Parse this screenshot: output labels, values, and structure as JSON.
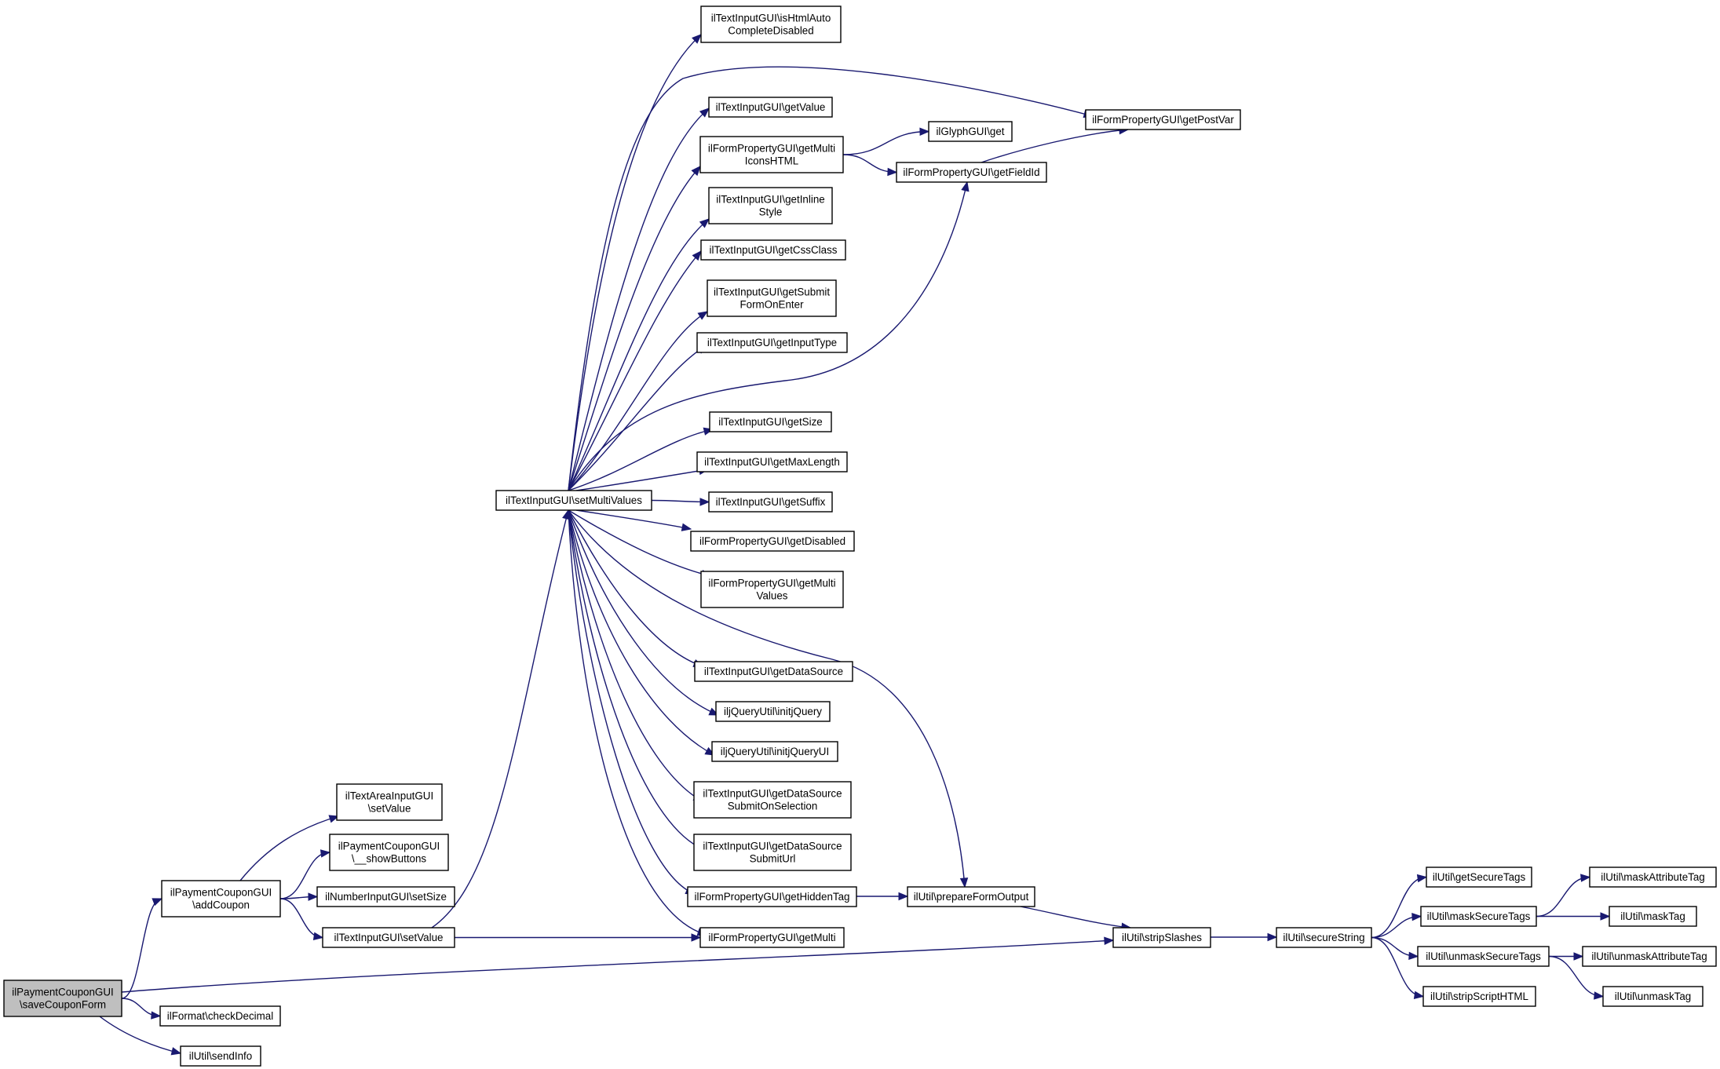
{
  "graph": {
    "colors": {
      "edge": "#191970",
      "root_fill": "#bfbfbf",
      "node_fill": "#ffffff",
      "node_border": "#000000"
    },
    "nodes": [
      {
        "id": "save",
        "lines": [
          "ilPaymentCouponGUI",
          "\\saveCouponForm"
        ],
        "root": true
      },
      {
        "id": "checkDecimal",
        "lines": [
          "ilFormat\\checkDecimal"
        ]
      },
      {
        "id": "sendInfo",
        "lines": [
          "ilUtil\\sendInfo"
        ]
      },
      {
        "id": "addCoupon",
        "lines": [
          "ilPaymentCouponGUI",
          "\\addCoupon"
        ]
      },
      {
        "id": "taSetValue",
        "lines": [
          "ilTextAreaInputGUI",
          "\\setValue"
        ]
      },
      {
        "id": "showButtons",
        "lines": [
          "ilPaymentCouponGUI",
          "\\__showButtons"
        ]
      },
      {
        "id": "numSetSize",
        "lines": [
          "ilNumberInputGUI\\setSize"
        ]
      },
      {
        "id": "tiSetValue",
        "lines": [
          "ilTextInputGUI\\setValue"
        ]
      },
      {
        "id": "setMultiValues",
        "lines": [
          "ilTextInputGUI\\setMultiValues"
        ]
      },
      {
        "id": "isHtmlAuto",
        "lines": [
          "ilTextInputGUI\\isHtmlAuto",
          "CompleteDisabled"
        ]
      },
      {
        "id": "getValue",
        "lines": [
          "ilTextInputGUI\\getValue"
        ]
      },
      {
        "id": "getMultiIcons",
        "lines": [
          "ilFormPropertyGUI\\getMulti",
          "IconsHTML"
        ]
      },
      {
        "id": "getInlineStyle",
        "lines": [
          "ilTextInputGUI\\getInline",
          "Style"
        ]
      },
      {
        "id": "getCssClass",
        "lines": [
          "ilTextInputGUI\\getCssClass"
        ]
      },
      {
        "id": "getSubmitForm",
        "lines": [
          "ilTextInputGUI\\getSubmit",
          "FormOnEnter"
        ]
      },
      {
        "id": "getInputType",
        "lines": [
          "ilTextInputGUI\\getInputType"
        ]
      },
      {
        "id": "getSize",
        "lines": [
          "ilTextInputGUI\\getSize"
        ]
      },
      {
        "id": "getMaxLength",
        "lines": [
          "ilTextInputGUI\\getMaxLength"
        ]
      },
      {
        "id": "getSuffix",
        "lines": [
          "ilTextInputGUI\\getSuffix"
        ]
      },
      {
        "id": "getDisabled",
        "lines": [
          "ilFormPropertyGUI\\getDisabled"
        ]
      },
      {
        "id": "getMultiValues",
        "lines": [
          "ilFormPropertyGUI\\getMulti",
          "Values"
        ]
      },
      {
        "id": "getDataSource",
        "lines": [
          "ilTextInputGUI\\getDataSource"
        ]
      },
      {
        "id": "initjQuery",
        "lines": [
          "iljQueryUtil\\initjQuery"
        ]
      },
      {
        "id": "initjQueryUI",
        "lines": [
          "iljQueryUtil\\initjQueryUI"
        ]
      },
      {
        "id": "getDSSubmitSel",
        "lines": [
          "ilTextInputGUI\\getDataSource",
          "SubmitOnSelection"
        ]
      },
      {
        "id": "getDSSubmitUrl",
        "lines": [
          "ilTextInputGUI\\getDataSource",
          "SubmitUrl"
        ]
      },
      {
        "id": "getHiddenTag",
        "lines": [
          "ilFormPropertyGUI\\getHiddenTag"
        ]
      },
      {
        "id": "getMulti",
        "lines": [
          "ilFormPropertyGUI\\getMulti"
        ]
      },
      {
        "id": "glyphGet",
        "lines": [
          "ilGlyphGUI\\get"
        ]
      },
      {
        "id": "getFieldId",
        "lines": [
          "ilFormPropertyGUI\\getFieldId"
        ]
      },
      {
        "id": "getPostVar",
        "lines": [
          "ilFormPropertyGUI\\getPostVar"
        ]
      },
      {
        "id": "prepareFormOutput",
        "lines": [
          "ilUtil\\prepareFormOutput"
        ]
      },
      {
        "id": "stripSlashes",
        "lines": [
          "ilUtil\\stripSlashes"
        ]
      },
      {
        "id": "secureString",
        "lines": [
          "ilUtil\\secureString"
        ]
      },
      {
        "id": "getSecureTags",
        "lines": [
          "ilUtil\\getSecureTags"
        ]
      },
      {
        "id": "maskSecureTags",
        "lines": [
          "ilUtil\\maskSecureTags"
        ]
      },
      {
        "id": "unmaskSecureTags",
        "lines": [
          "ilUtil\\unmaskSecureTags"
        ]
      },
      {
        "id": "stripScriptHTML",
        "lines": [
          "ilUtil\\stripScriptHTML"
        ]
      },
      {
        "id": "maskAttributeTag",
        "lines": [
          "ilUtil\\maskAttributeTag"
        ]
      },
      {
        "id": "maskTag",
        "lines": [
          "ilUtil\\maskTag"
        ]
      },
      {
        "id": "unmaskAttributeTag",
        "lines": [
          "ilUtil\\unmaskAttributeTag"
        ]
      },
      {
        "id": "unmaskTag",
        "lines": [
          "ilUtil\\unmaskTag"
        ]
      }
    ],
    "edges": [
      [
        "save",
        "addCoupon"
      ],
      [
        "save",
        "checkDecimal"
      ],
      [
        "save",
        "sendInfo"
      ],
      [
        "save",
        "stripSlashes"
      ],
      [
        "addCoupon",
        "taSetValue"
      ],
      [
        "addCoupon",
        "showButtons"
      ],
      [
        "addCoupon",
        "numSetSize"
      ],
      [
        "addCoupon",
        "tiSetValue"
      ],
      [
        "tiSetValue",
        "setMultiValues"
      ],
      [
        "tiSetValue",
        "getMulti"
      ],
      [
        "setMultiValues",
        "isHtmlAuto"
      ],
      [
        "setMultiValues",
        "getPostVar"
      ],
      [
        "setMultiValues",
        "getValue"
      ],
      [
        "setMultiValues",
        "getMultiIcons"
      ],
      [
        "setMultiValues",
        "getInlineStyle"
      ],
      [
        "setMultiValues",
        "getCssClass"
      ],
      [
        "setMultiValues",
        "getSubmitForm"
      ],
      [
        "setMultiValues",
        "getInputType"
      ],
      [
        "setMultiValues",
        "getFieldId"
      ],
      [
        "setMultiValues",
        "getSize"
      ],
      [
        "setMultiValues",
        "getMaxLength"
      ],
      [
        "setMultiValues",
        "getSuffix"
      ],
      [
        "setMultiValues",
        "getDisabled"
      ],
      [
        "setMultiValues",
        "getMultiValues"
      ],
      [
        "setMultiValues",
        "prepareFormOutput"
      ],
      [
        "setMultiValues",
        "getDataSource"
      ],
      [
        "setMultiValues",
        "initjQuery"
      ],
      [
        "setMultiValues",
        "initjQueryUI"
      ],
      [
        "setMultiValues",
        "getDSSubmitSel"
      ],
      [
        "setMultiValues",
        "getDSSubmitUrl"
      ],
      [
        "setMultiValues",
        "getHiddenTag"
      ],
      [
        "setMultiValues",
        "getMulti"
      ],
      [
        "getMultiIcons",
        "glyphGet"
      ],
      [
        "getMultiIcons",
        "getFieldId"
      ],
      [
        "getFieldId",
        "getPostVar"
      ],
      [
        "getHiddenTag",
        "prepareFormOutput"
      ],
      [
        "prepareFormOutput",
        "stripSlashes"
      ],
      [
        "stripSlashes",
        "secureString"
      ],
      [
        "secureString",
        "getSecureTags"
      ],
      [
        "secureString",
        "maskSecureTags"
      ],
      [
        "secureString",
        "unmaskSecureTags"
      ],
      [
        "secureString",
        "stripScriptHTML"
      ],
      [
        "maskSecureTags",
        "maskAttributeTag"
      ],
      [
        "maskSecureTags",
        "maskTag"
      ],
      [
        "unmaskSecureTags",
        "unmaskAttributeTag"
      ],
      [
        "unmaskSecureTags",
        "unmaskTag"
      ]
    ]
  }
}
